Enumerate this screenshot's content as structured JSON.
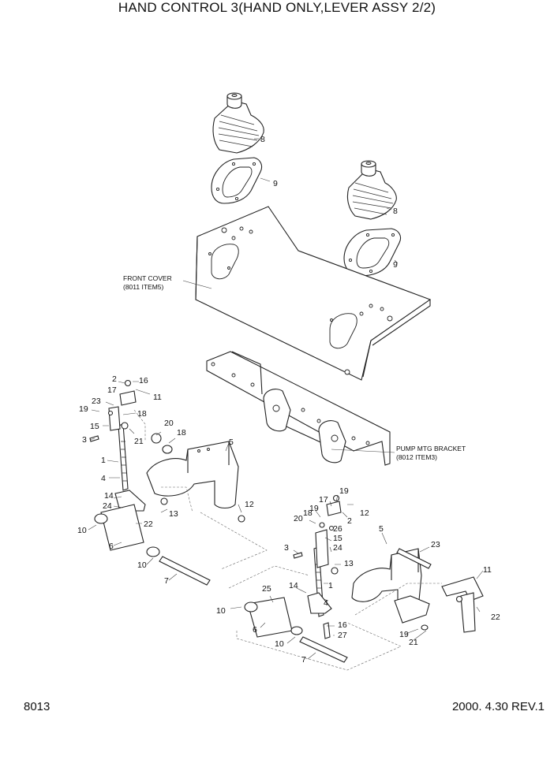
{
  "header": {
    "title": "HAND CONTROL 3(HAND ONLY,LEVER ASSY 2/2)"
  },
  "footer": {
    "page_number": "8013",
    "revision": "2000. 4.30 REV.1"
  },
  "notes": {
    "front_cover": [
      "FRONT COVER",
      "(8011 ITEM5)"
    ],
    "pump_bracket": [
      "PUMP MTG BRACKET",
      "(8012 ITEM3)"
    ]
  },
  "callouts": {
    "c8a": "8",
    "c9a": "9",
    "c8b": "8",
    "c9b": "9",
    "l2": "2",
    "l16": "16",
    "l17": "17",
    "l11": "11",
    "l23": "23",
    "l19": "19",
    "l18": "18",
    "l15": "15",
    "l21": "21",
    "l3": "3",
    "l1": "1",
    "l4": "4",
    "l20": "20",
    "l18b": "18",
    "l5": "5",
    "l14": "14",
    "l24": "24",
    "l13": "13",
    "l12": "12",
    "l22": "22",
    "l10": "10",
    "l6": "6",
    "l10b": "10",
    "l7": "7",
    "r19": "19",
    "r17": "17",
    "r19b": "19",
    "r12": "12",
    "r18": "18",
    "r20": "20",
    "r2": "2",
    "r26": "26",
    "r15": "15",
    "r24": "24",
    "r3": "3",
    "r13": "13",
    "r1": "1",
    "r14": "14",
    "r25": "25",
    "r4": "4",
    "r10": "10",
    "r6": "6",
    "r16": "16",
    "r27": "27",
    "r10b": "10",
    "r7": "7",
    "r5": "5",
    "r23": "23",
    "r11": "11",
    "r22": "22",
    "r19c": "19",
    "r21": "21"
  }
}
